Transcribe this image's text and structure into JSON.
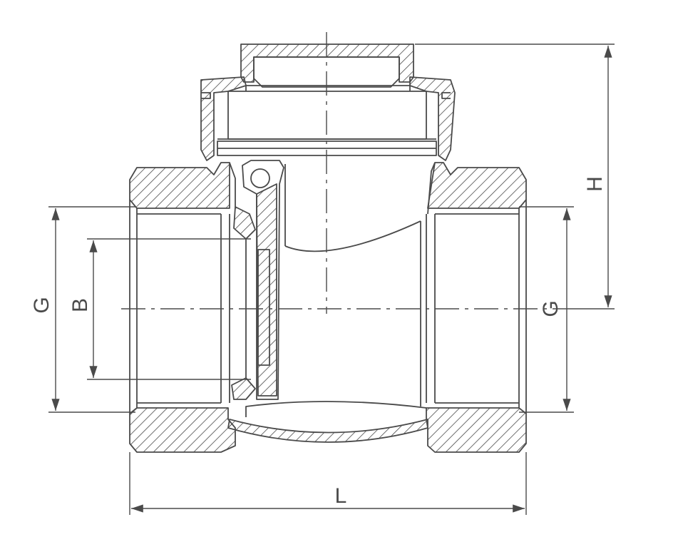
{
  "labels": {
    "length": "L",
    "height": "H",
    "thread_left": "G",
    "thread_right": "G",
    "bore": "B"
  },
  "colors": {
    "line": "#4a4a4a",
    "background": "#ffffff"
  }
}
